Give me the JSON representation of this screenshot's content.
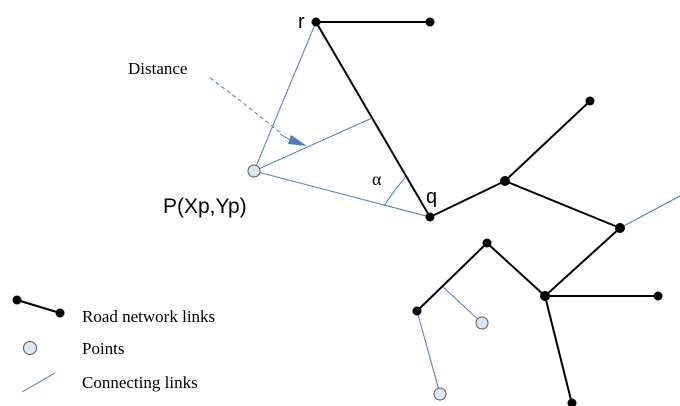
{
  "labels": {
    "distance": "Distance",
    "point_p": "P(Xp,Yp)",
    "node_r": "r",
    "node_q": "q",
    "angle": "α"
  },
  "legend": {
    "road_links": "Road network links",
    "points": "Points",
    "connecting_links": "Connecting links"
  },
  "colors": {
    "road": "#000000",
    "connecting": "#4a7ebb",
    "point_fill": "#dce6f2",
    "point_stroke": "#5a5a5a"
  }
}
